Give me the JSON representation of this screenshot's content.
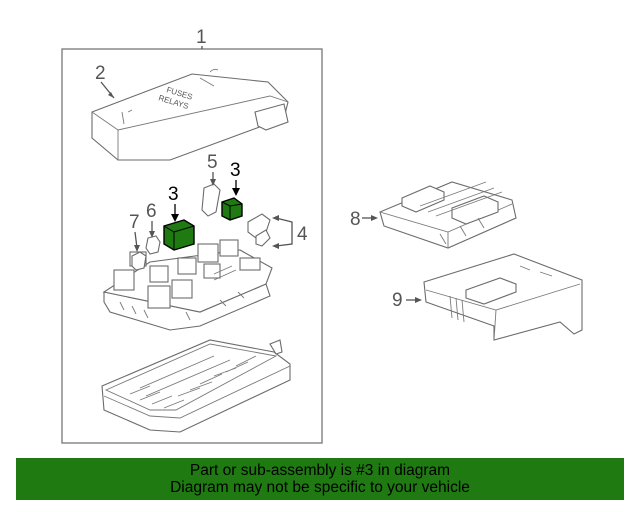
{
  "callouts": {
    "c1": "1",
    "c2": "2",
    "c3a": "3",
    "c3b": "3",
    "c4": "4",
    "c5": "5",
    "c6": "6",
    "c7": "7",
    "c8": "8",
    "c9": "9"
  },
  "cover_text": {
    "line1": "FUSES",
    "line2": "RELAYS"
  },
  "highlight_color": "#1f7a12",
  "banner": {
    "line1": "Part or sub-assembly is #3 in diagram",
    "line2": "Diagram may not be specific to your vehicle"
  }
}
